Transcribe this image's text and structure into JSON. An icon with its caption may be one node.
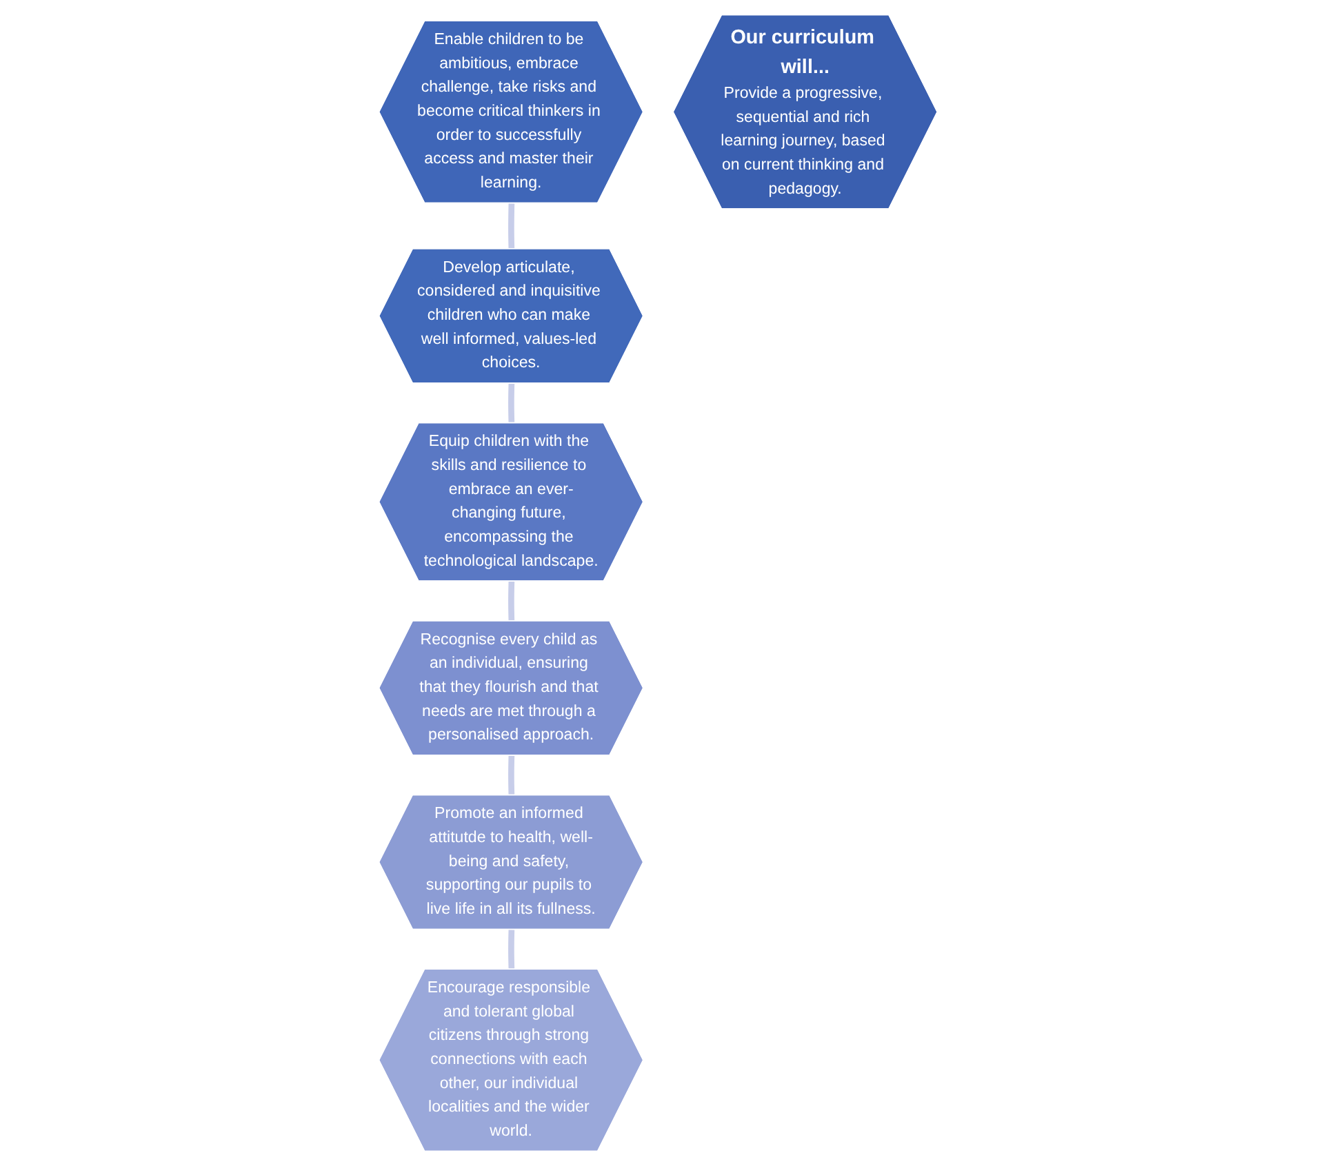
{
  "diagram": {
    "nodes": [
      {
        "text": [
          "Enable children to be ambitious, embrace challenge, take risks and become critical thinkers in order to successfully access and master their learning."
        ]
      },
      {
        "text": [
          "Encourage responsible and tolerant global citizens through strong connections with each other, our individual localities and the wider world."
        ]
      },
      {
        "text": [
          "Develop articulate, considered and inquisitive children who can make well informed, values-led choices."
        ]
      },
      {
        "text": [
          "Our curriculum will...",
          "Provide a progressive, sequential and rich learning journey, based on current thinking and pedagogy."
        ]
      },
      {
        "text": [
          "Promote an informed attitutde to health, well-being and safety, supporting our pupils to live life in all its fullness."
        ]
      },
      {
        "text": [
          "Equip children with the skills and resilience to embrace an ever-changing future, encompassing the technological landscape."
        ]
      },
      {
        "text": [
          "Recognise every child as an individual, ensuring that they flourish and that needs are met through a personalised approach."
        ]
      }
    ],
    "edges": [
      {
        "from": 0,
        "to": 2,
        "arrow": "none"
      },
      {
        "from": 2,
        "to": 5,
        "arrow": "none"
      },
      {
        "from": 5,
        "to": 6,
        "arrow": "none"
      },
      {
        "from": 6,
        "to": 4,
        "arrow": "none"
      },
      {
        "from": 4,
        "to": 1,
        "arrow": "none"
      }
    ]
  }
}
